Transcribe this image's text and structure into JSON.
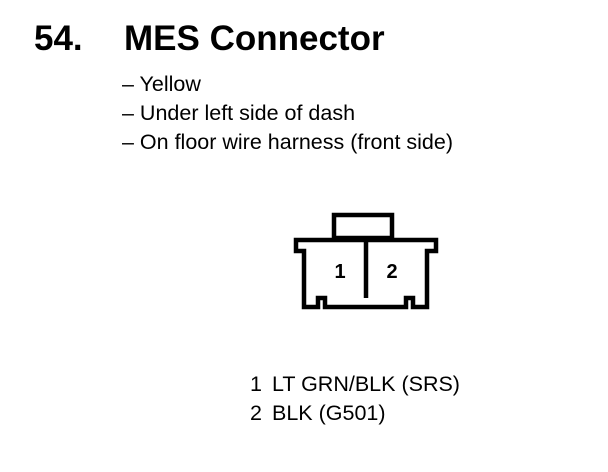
{
  "heading": {
    "number": "54.",
    "title": "MES Connector"
  },
  "notes": [
    "– Yellow",
    "– Under left side of dash",
    "– On floor wire harness (front side)"
  ],
  "connector": {
    "terminals": [
      "1",
      "2"
    ]
  },
  "pinout": [
    {
      "pin": "1",
      "wire": "LT GRN/BLK (SRS)"
    },
    {
      "pin": "2",
      "wire": "BLK (G501)"
    }
  ]
}
